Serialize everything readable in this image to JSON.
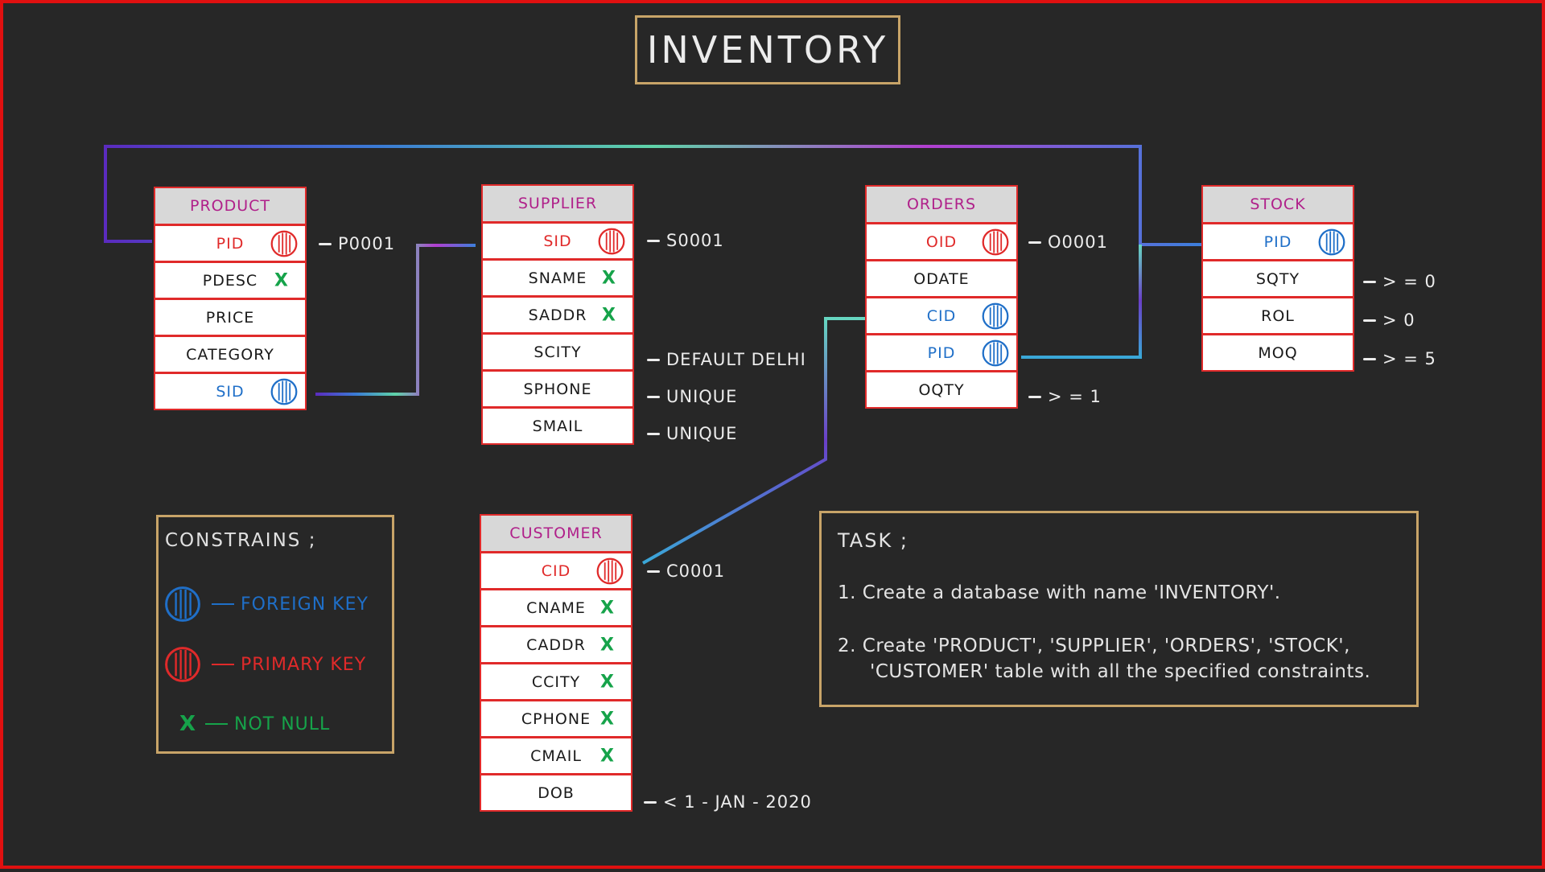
{
  "title": "INVENTORY",
  "colors": {
    "primary_key": "#e02a2a",
    "foreign_key": "#1f6fc8",
    "not_null": "#16a34a",
    "table_header_text": "#b0208a",
    "frame_border": "#e01010",
    "box_border": "#c8a468"
  },
  "tables": {
    "product": {
      "name": "PRODUCT",
      "columns": [
        {
          "label": "PID",
          "key": "pk"
        },
        {
          "label": "PDESC",
          "not_null": true
        },
        {
          "label": "PRICE"
        },
        {
          "label": "CATEGORY"
        },
        {
          "label": "SID",
          "key": "fk"
        }
      ]
    },
    "supplier": {
      "name": "SUPPLIER",
      "columns": [
        {
          "label": "SID",
          "key": "pk"
        },
        {
          "label": "SNAME",
          "not_null": true
        },
        {
          "label": "SADDR",
          "not_null": true
        },
        {
          "label": "SCITY"
        },
        {
          "label": "SPHONE"
        },
        {
          "label": "SMAIL"
        }
      ]
    },
    "orders": {
      "name": "ORDERS",
      "columns": [
        {
          "label": "OID",
          "key": "pk"
        },
        {
          "label": "ODATE"
        },
        {
          "label": "CID",
          "key": "fk"
        },
        {
          "label": "PID",
          "key": "fk"
        },
        {
          "label": "OQTY"
        }
      ]
    },
    "stock": {
      "name": "STOCK",
      "columns": [
        {
          "label": "PID",
          "key": "fk"
        },
        {
          "label": "SQTY"
        },
        {
          "label": "ROL"
        },
        {
          "label": "MOQ"
        }
      ]
    },
    "customer": {
      "name": "CUSTOMER",
      "columns": [
        {
          "label": "CID",
          "key": "pk"
        },
        {
          "label": "CNAME",
          "not_null": true
        },
        {
          "label": "CADDR",
          "not_null": true
        },
        {
          "label": "CCITY",
          "not_null": true
        },
        {
          "label": "CPHONE",
          "not_null": true
        },
        {
          "label": "CMAIL",
          "not_null": true
        },
        {
          "label": "DOB"
        }
      ]
    }
  },
  "notes": {
    "product_pid": "P0001",
    "supplier_sid": "S0001",
    "supplier_scity": "DEFAULT DELHI",
    "supplier_sphone": "UNIQUE",
    "supplier_smail": "UNIQUE",
    "orders_oid": "O0001",
    "orders_oqty": "> = 1",
    "stock_sqty": "> = 0",
    "stock_rol": "> 0",
    "stock_moq": "> = 5",
    "customer_cid": "C0001",
    "customer_dob": "< 1 - JAN - 2020"
  },
  "not_null_mark": "X",
  "legend": {
    "title": "CONSTRAINS ;",
    "items": {
      "foreign": "FOREIGN KEY",
      "primary": "PRIMARY KEY",
      "not_null": "NOT NULL"
    }
  },
  "task": {
    "title": "TASK ;",
    "line1": "1. Create a database with name 'INVENTORY'.",
    "line2a": "2. Create 'PRODUCT', 'SUPPLIER', 'ORDERS', 'STOCK',",
    "line2b": "'CUSTOMER' table with all the specified constraints."
  }
}
